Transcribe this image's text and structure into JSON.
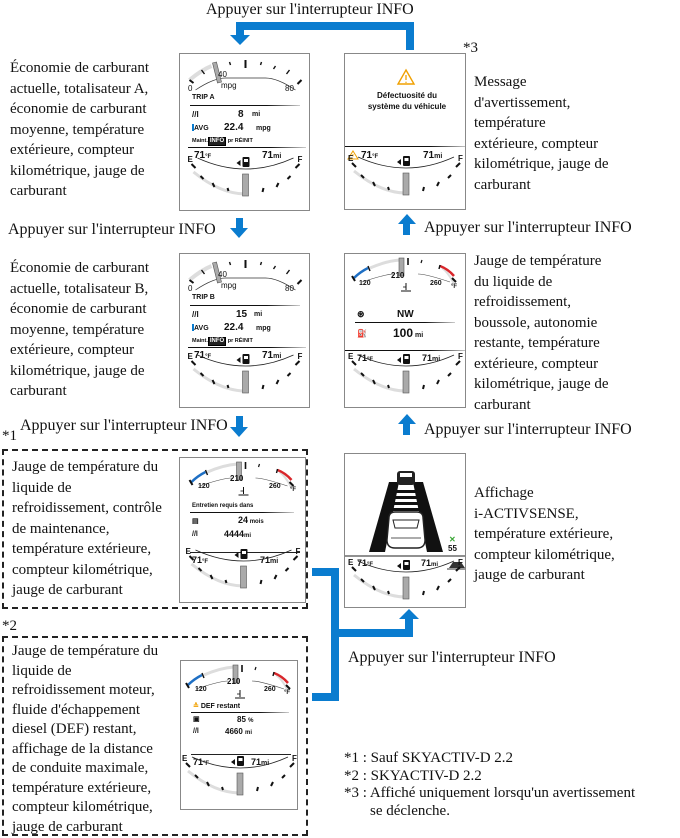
{
  "flow_label": "Appuyer sur l'interrupteur INFO",
  "colors": {
    "arrow": "#0a7ccf",
    "warning": "#f0a000",
    "cold": "#1e6fc4",
    "hot": "#d9262b",
    "green": "#3aa635"
  },
  "footnotes": [
    {
      "mark": "*1",
      "text": ": Sauf SKYACTIV-D 2.2"
    },
    {
      "mark": "*2",
      "text": ": SKYACTIV-D 2.2"
    },
    {
      "mark": "*3",
      "text": ": Affiché uniquement lorsqu'un avertissement",
      "cont": "se déclenche."
    }
  ],
  "screens": {
    "trip_a": {
      "desc": [
        "Économie de carburant",
        "actuelle, totalisateur A,",
        "économie de carburant",
        "moyenne, température",
        "extérieure, compteur",
        "kilométrique, jauge de",
        "carburant"
      ],
      "gauge": {
        "min": "0",
        "mid": "40",
        "max": "80",
        "unit": "mpg"
      },
      "trip_label": "TRIP A",
      "trip_value": "8",
      "trip_unit": "mi",
      "avg_label": "AVG",
      "avg_value": "22.4",
      "avg_unit": "mpg",
      "maint_prefix": "Maint.",
      "maint_key": "INFO",
      "maint_suffix": "pr RÉINIT",
      "temp": "71",
      "temp_unit": "°F",
      "odo": "71",
      "odo_unit": "mi"
    },
    "warning": {
      "mark": "*3",
      "desc": [
        "Message",
        "d'avertissement,",
        "température",
        "extérieure, compteur",
        "kilométrique, jauge de",
        "carburant"
      ],
      "message": [
        "Défectuosité du",
        "système du véhicule"
      ],
      "temp": "71",
      "temp_unit": "°F",
      "odo": "71",
      "odo_unit": "mi"
    },
    "trip_b": {
      "desc": [
        "Économie de carburant",
        "actuelle, totalisateur B,",
        "économie de carburant",
        "moyenne, température",
        "extérieure, compteur",
        "kilométrique, jauge de",
        "carburant"
      ],
      "gauge": {
        "min": "0",
        "mid": "40",
        "max": "80",
        "unit": "mpg"
      },
      "trip_label": "TRIP B",
      "trip_value": "15",
      "trip_unit": "mi",
      "avg_label": "AVG",
      "avg_value": "22.4",
      "avg_unit": "mpg",
      "maint_prefix": "Maint.",
      "maint_key": "INFO",
      "maint_suffix": "pr RÉINIT",
      "temp": "71",
      "temp_unit": "°F",
      "odo": "71",
      "odo_unit": "mi"
    },
    "compass": {
      "desc": [
        "Jauge de température",
        "du liquide de",
        "refroidissement,",
        "boussole, autonomie",
        "restante, température",
        "extérieure, compteur",
        "kilométrique, jauge de",
        "carburant"
      ],
      "coolant": {
        "min": "120",
        "mid": "210",
        "max": "260",
        "unit": "°F"
      },
      "heading": "NW",
      "range_value": "100",
      "range_unit": "mi",
      "temp": "71",
      "temp_unit": "°F",
      "odo": "71",
      "odo_unit": "mi"
    },
    "maintenance": {
      "mark": "*1",
      "desc": [
        "Jauge de température du",
        "liquide de",
        "refroidissement, contrôle",
        "de maintenance,",
        "température extérieure,",
        "compteur kilométrique,",
        "jauge de carburant"
      ],
      "coolant": {
        "min": "120",
        "mid": "210",
        "max": "260",
        "unit": "°F"
      },
      "title": "Entretien requis dans",
      "months_value": "24",
      "months_unit": "mois",
      "dist_value": "4444",
      "dist_unit": "mi",
      "temp": "71",
      "temp_unit": "°F",
      "odo": "71",
      "odo_unit": "mi"
    },
    "def": {
      "mark": "*2",
      "desc": [
        "Jauge de température du",
        "liquide de",
        "refroidissement moteur,",
        "fluide d'échappement",
        "diesel (DEF) restant,",
        "affichage de la distance",
        "de conduite maximale,",
        "température extérieure,",
        "compteur kilométrique,",
        "jauge de carburant"
      ],
      "coolant": {
        "min": "120",
        "mid": "210",
        "max": "260",
        "unit": "°F"
      },
      "title": "DEF restant",
      "pct_value": "85",
      "pct_unit": "%",
      "dist_value": "4660",
      "dist_unit": "mi",
      "temp": "71",
      "temp_unit": "°F",
      "odo": "71",
      "odo_unit": "mi"
    },
    "activsense": {
      "desc": [
        "Affichage",
        "i-ACTIVSENSE,",
        "température extérieure,",
        "compteur kilométrique,",
        "jauge de carburant"
      ],
      "speed_limit": "55",
      "temp": "71",
      "temp_unit": "°F",
      "odo": "71",
      "odo_unit": "mi"
    }
  },
  "fuel_gauge": {
    "empty": "E",
    "full": "F",
    "level": 0.5
  }
}
